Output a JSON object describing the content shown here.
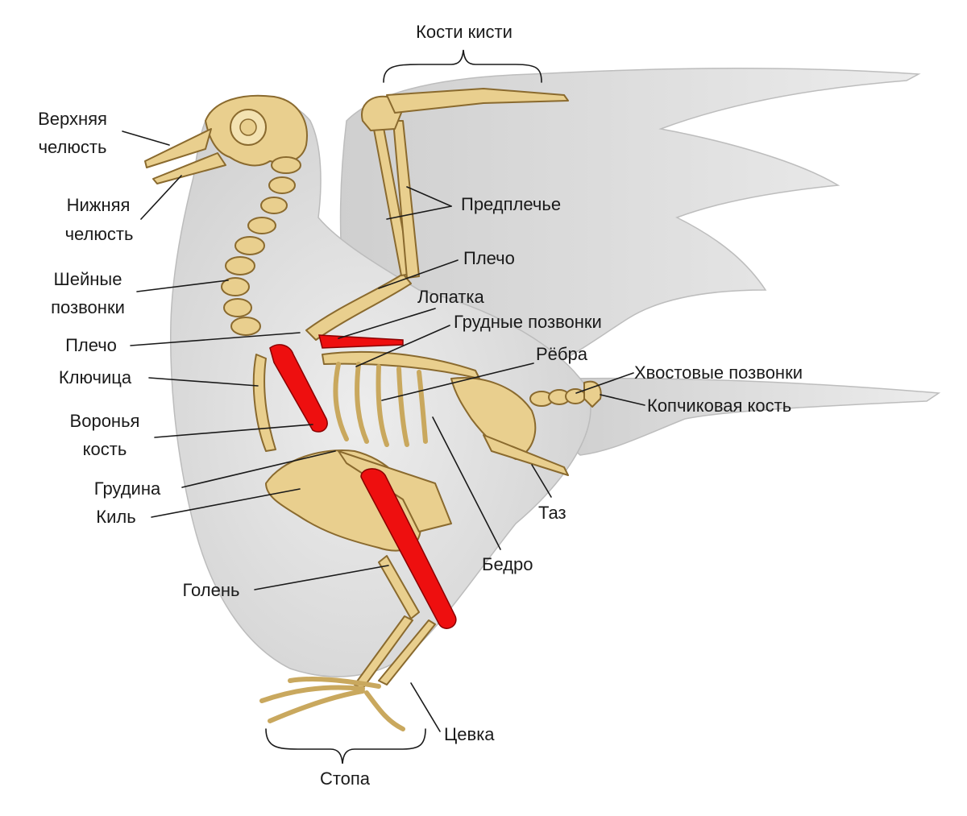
{
  "colors": {
    "background": "#ffffff",
    "silhouette": "#dcdcdc",
    "bone": "#e9cf8e",
    "bone_outline": "#8a6a2e",
    "highlight": "#ee0f0f",
    "label_text": "#1a1a1a"
  },
  "labels": {
    "hand_bones": "Кости кисти",
    "upper_jaw_1": "Верхняя",
    "upper_jaw_2": "челюсть",
    "lower_jaw_1": "Нижняя",
    "lower_jaw_2": "челюсть",
    "forearm": "Предплечье",
    "cervical_1": "Шейные",
    "cervical_2": "позвонки",
    "humerus_right": "Плечо",
    "scapula": "Лопатка",
    "thoracic": "Грудные позвонки",
    "humerus_left": "Плечо",
    "ribs": "Рёбра",
    "caudal": "Хвостовые позвонки",
    "clavicle": "Ключица",
    "pygostyle": "Копчиковая кость",
    "coracoid_1": "Воронья",
    "coracoid_2": "кость",
    "sternum": "Грудина",
    "keel": "Киль",
    "pelvis": "Таз",
    "femur": "Бедро",
    "tibia": "Голень",
    "tarsus": "Цевка",
    "foot": "Стопа"
  }
}
